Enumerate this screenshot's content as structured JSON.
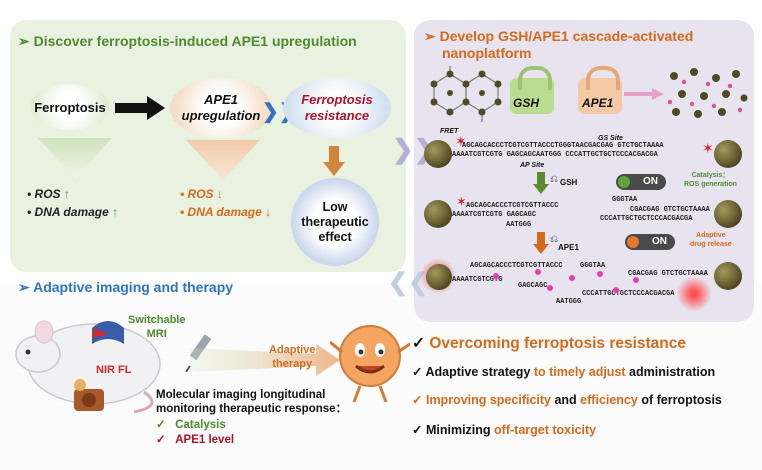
{
  "panel_discover": {
    "title": "Discover ferroptosis-induced APE1 upregulation",
    "node_ferroptosis": "Ferroptosis",
    "node_ape1_line1": "APE1",
    "node_ape1_line2": "upregulation",
    "node_resistance_line1": "Ferroptosis",
    "node_resistance_line2": "resistance",
    "node_low_line1": "Low",
    "node_low_line2": "therapeutic",
    "node_low_line3": "effect",
    "left_bullets": [
      "ROS",
      "DNA damage"
    ],
    "mid_bullets": [
      "ROS",
      "DNA damage"
    ]
  },
  "panel_develop": {
    "title_line1": "Develop GSH/APE1 cascade-activated",
    "title_line2": "nanoplatform",
    "lock_gsh": "GSH",
    "lock_ape1": "APE1",
    "fret": "FRET",
    "ap_site": "AP Site",
    "gs_site": "GS Site",
    "seq_top": "AGCAGCACCCTCGTCGTTACCCTGGGTAACGACGAG GTCTGCTAAAA",
    "seq_bottom": "AAAATCGTCGTG GAGCAGCAATGGG CCCATTGCTGCTCCCACGACGA",
    "gsh_label": "GSH",
    "switch1": "ON",
    "catalysis_line1": "Catalysis：",
    "catalysis_line2": "ROS generation",
    "seq2_top": "AGCAGCACCCTCGTCGTTACCC",
    "seq2_bottom": "AAAATCGTCGTG GAGCAGC",
    "seq2_right_top": "GGGTAA",
    "seq2_right_mid": "CGACGAG GTCTGCTAAAA",
    "seq2_right_bot": "CCCATTGCTGCTCCCACGACGA",
    "seq2_small": "AATGGG",
    "ape1_label": "APE1",
    "switch2": "ON",
    "drug_line1": "Adaptive",
    "drug_line2": "drug release",
    "seq3_top": "AGCAGCACCCTCGTCGTTACCC",
    "seq3_bottom": "AAAATCGTCGTG",
    "seq3_mid": "GAGCAGC",
    "seq3_right_top": "GGGTAA",
    "seq3_right_mid": "CGACGAG GTCTGCTAAAA",
    "seq3_small": "AATGGG",
    "seq3_right_bot": "CCCATTGCTGCTCCCACGACGA"
  },
  "panel_imaging": {
    "title": "Adaptive imaging and therapy",
    "mri_line1": "Switchable",
    "mri_line2": "MRI",
    "nirfl": "NIR FL",
    "adaptive_line1": "Adaptive",
    "adaptive_line2": "therapy",
    "molecular_line1": "Molecular imaging longitudinal",
    "molecular_line2": "monitoring therapeutic response：",
    "checks": [
      "Catalysis",
      "APE1 level"
    ]
  },
  "panel_overcoming": {
    "title": "Overcoming ferroptosis resistance",
    "line1_a": "Adaptive strategy ",
    "line1_b": "to timely adjust",
    "line1_c": " administration",
    "line2_a": "Improving specificity",
    "line2_b": " and ",
    "line2_c": "efficiency",
    "line2_d": " of ferroptosis",
    "line3_a": "Minimizing ",
    "line3_b": "off-target toxicity"
  },
  "colors": {
    "green": "#4f8a2f",
    "orange": "#d46a1c",
    "blue": "#2f74c4",
    "crimson": "#b0112a"
  }
}
